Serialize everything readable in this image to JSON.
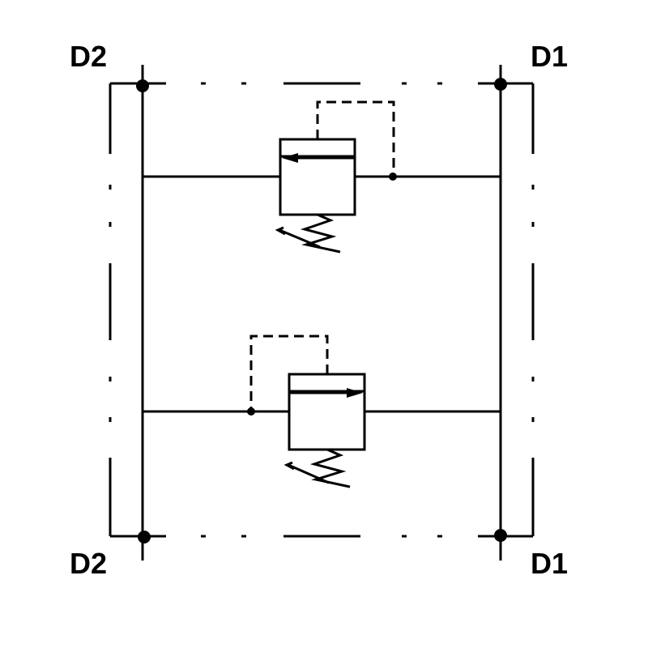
{
  "ports": {
    "top_left": "D2",
    "top_right": "D1",
    "bottom_left": "D2",
    "bottom_right": "D1"
  },
  "colors": {
    "stroke": "#000000",
    "background": "#ffffff"
  },
  "icons": {
    "valve_upper": "relief-valve-icon",
    "valve_lower": "relief-valve-icon",
    "spring": "adjustable-spring-icon"
  }
}
